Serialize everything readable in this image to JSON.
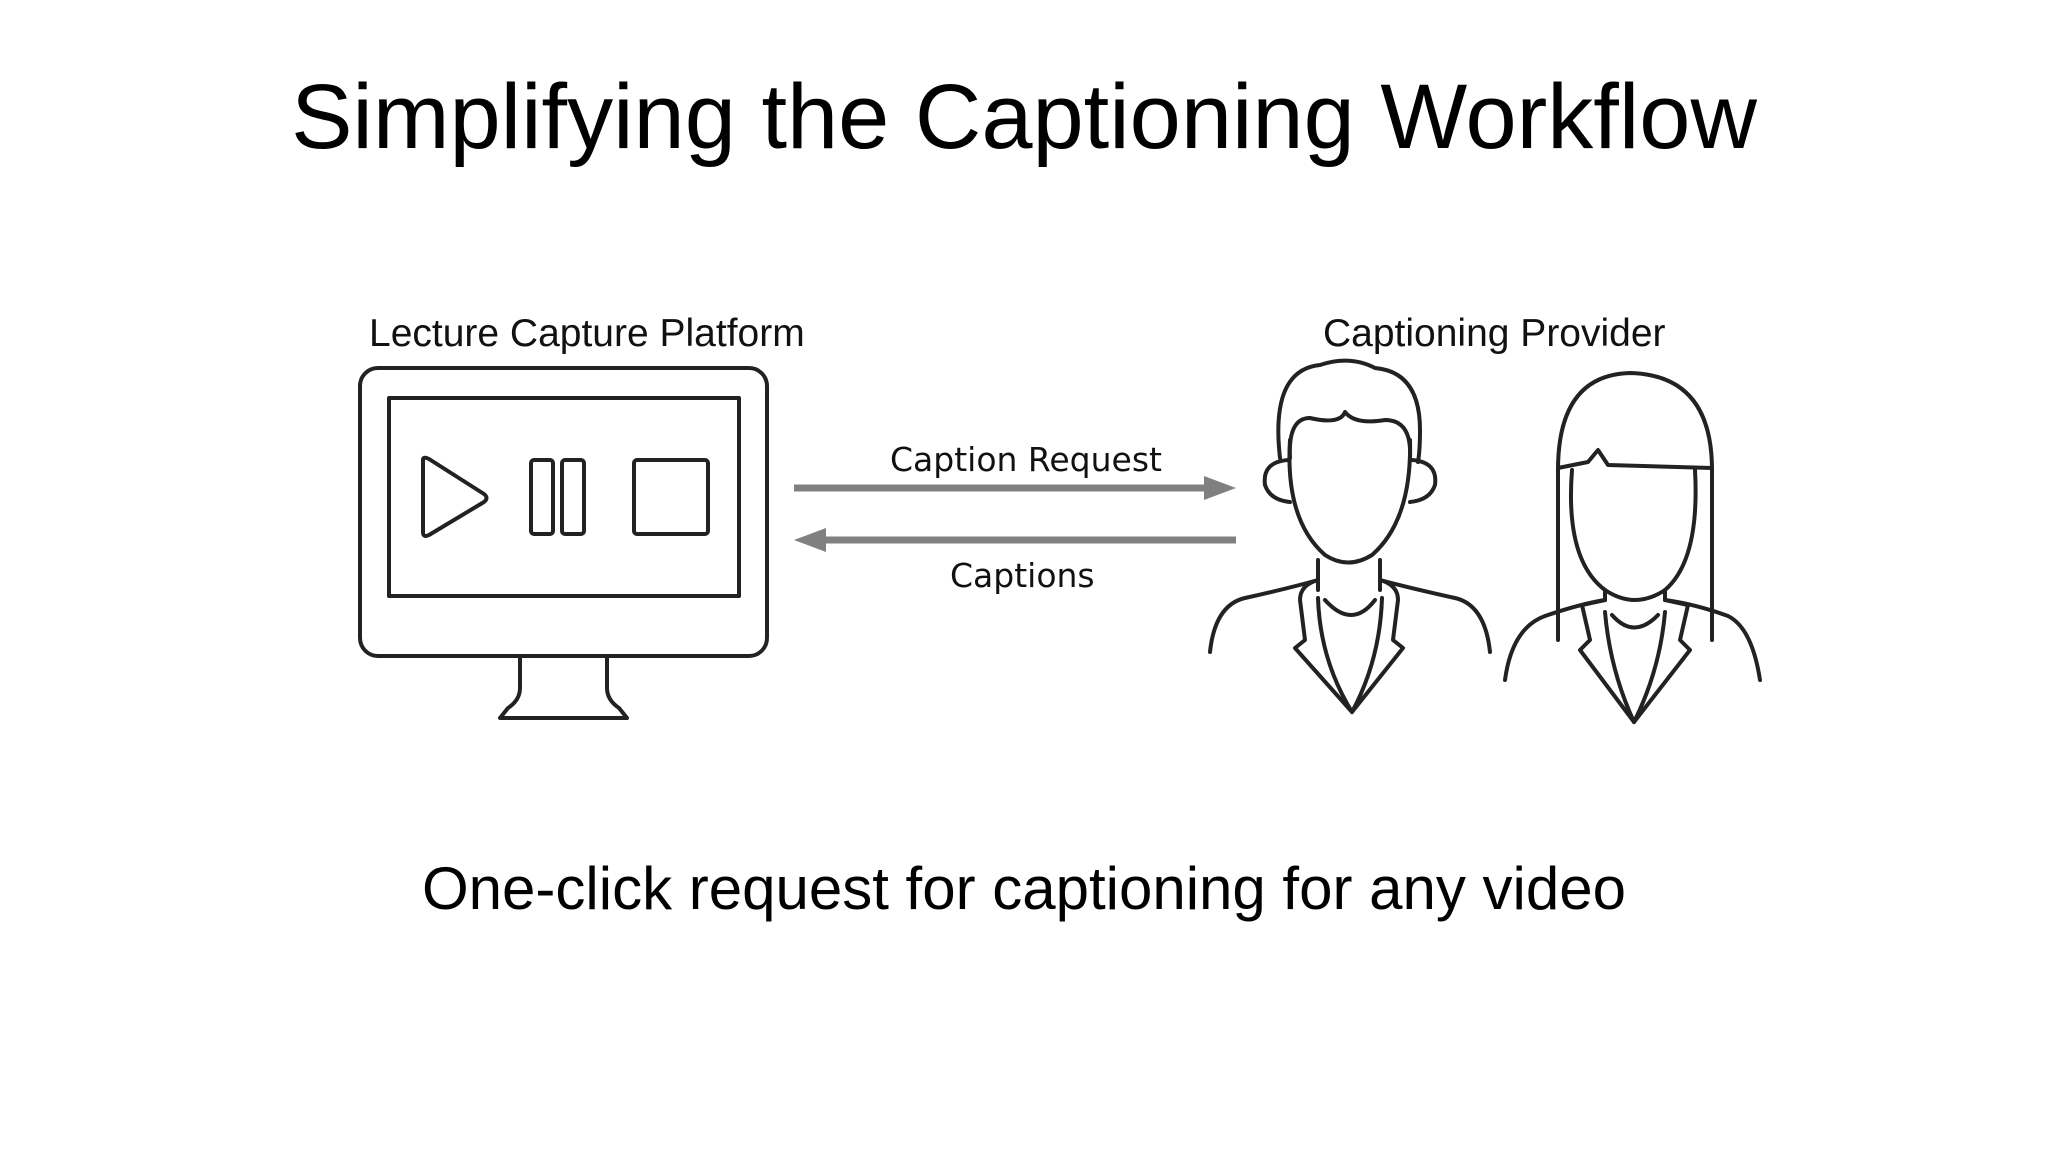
{
  "slide": {
    "title": "Simplifying the Captioning Workflow",
    "subtitle": "One-click request for captioning for any video"
  },
  "diagram": {
    "left_label": "Lecture Capture Platform",
    "right_label": "Captioning Provider",
    "request_label": "Caption Request",
    "response_label": "Captions"
  },
  "icons": {
    "monitor": "monitor-icon",
    "play": "play-icon",
    "pause": "pause-icon",
    "stop": "stop-icon",
    "person_male": "person-male-icon",
    "person_female": "person-female-icon"
  },
  "colors": {
    "text": "#000000",
    "icon_stroke": "#222222",
    "arrow": "#808080",
    "background": "#ffffff"
  }
}
